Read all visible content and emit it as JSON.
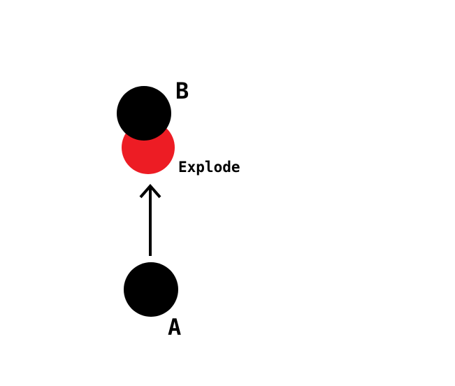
{
  "labels": {
    "b": "B",
    "a": "A",
    "explode": "Explode"
  },
  "colors": {
    "ball": "#000000",
    "explosion": "#ed1c24",
    "arrow": "#000000"
  }
}
